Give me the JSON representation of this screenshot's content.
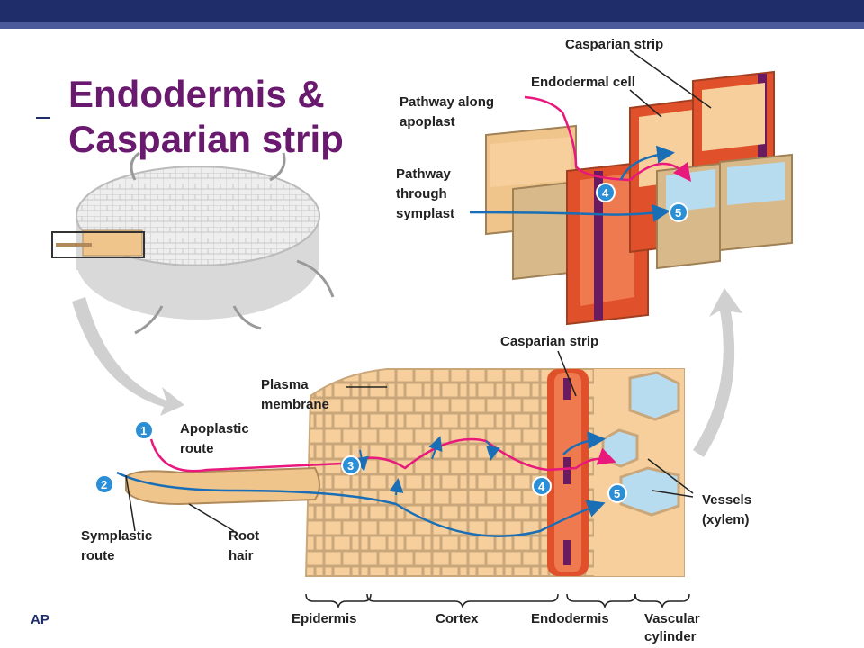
{
  "slide": {
    "title_line1": "Endodermis &",
    "title_line2": "Casparian strip",
    "footer": "AP"
  },
  "labels": {
    "casparian_strip_top": "Casparian strip",
    "endodermal_cell": "Endodermal cell",
    "pathway_apoplast_1": "Pathway along",
    "pathway_apoplast_2": "apoplast",
    "pathway_symplast_1": "Pathway",
    "pathway_symplast_2": "through",
    "pathway_symplast_3": "symplast",
    "casparian_strip_bottom": "Casparian strip",
    "plasma_membrane_1": "Plasma",
    "plasma_membrane_2": "membrane",
    "apoplastic_route_1": "Apoplastic",
    "apoplastic_route_2": "route",
    "symplastic_route_1": "Symplastic",
    "symplastic_route_2": "route",
    "root_hair_1": "Root",
    "root_hair_2": "hair",
    "vessels_1": "Vessels",
    "vessels_2": "(xylem)",
    "epidermis": "Epidermis",
    "cortex": "Cortex",
    "endodermis": "Endodermis",
    "vascular_1": "Vascular",
    "vascular_2": "cylinder"
  },
  "markers": {
    "m1": "1",
    "m2": "2",
    "m3": "3",
    "m4_bottom": "4",
    "m5_bottom": "5",
    "m4_top": "4",
    "m5_top": "5"
  },
  "colors": {
    "apoplast_path": "#e8187c",
    "symplast_path": "#1a6eb5",
    "marker": "#2a8fd6",
    "casparian": "#6a1a5e",
    "endodermis": "#e0502a",
    "cell_fill": "#f6cf9c",
    "cell_wall": "#c9a77a",
    "xylem": "#b8dcef"
  },
  "icons": {
    "arrow_down": "curved-arrow-down-icon",
    "arrow_up": "curved-arrow-up-icon"
  }
}
